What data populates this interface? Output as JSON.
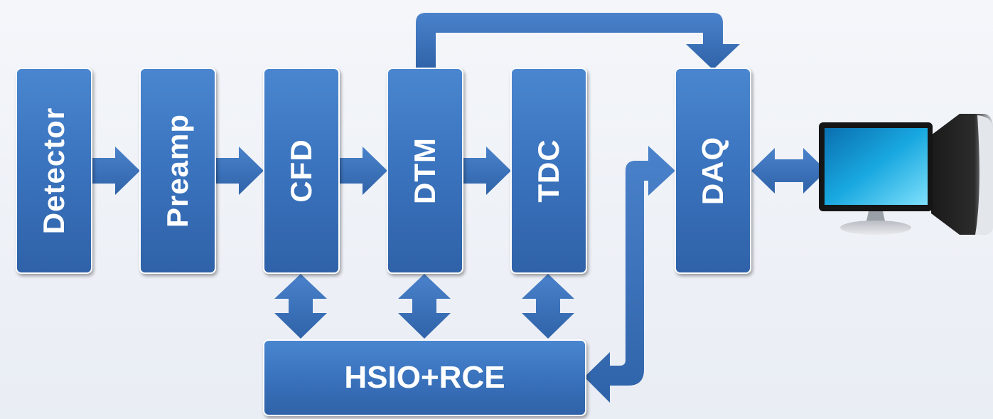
{
  "blocks": {
    "detector": "Detector",
    "preamp": "Preamp",
    "cfd": "CFD",
    "dtm": "DTM",
    "tdc": "TDC",
    "daq": "DAQ",
    "hsio_rce": "HSIO+RCE"
  },
  "icons": {
    "computer": "desktop-computer-icon"
  },
  "colors": {
    "block_fill": "#3b74bf",
    "arrow_fill": "#3a70b8",
    "background": "#eef1f6"
  }
}
